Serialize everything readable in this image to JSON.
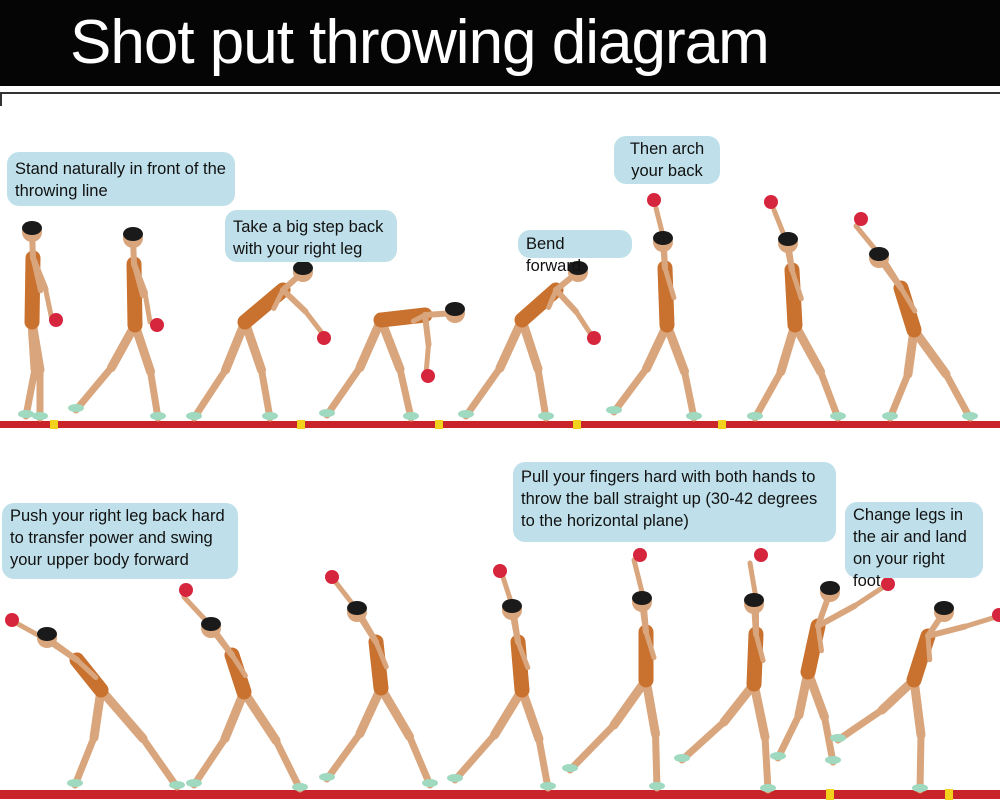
{
  "title": "Shot put throwing diagram",
  "colors": {
    "header_bg": "#050505",
    "header_text": "#ffffff",
    "caption_bg": "#bfe0ea",
    "track": "#c8242a",
    "track_marker": "#f2d21c",
    "skin": "#d9a57c",
    "suit": "#c9712e",
    "hair": "#1a1a1a",
    "shot_ball": "#d6263d",
    "shoes": "#9fd9c0"
  },
  "captions": {
    "stand": "Stand naturally in front of the\nthrowing line",
    "step_back": "Take a big step back\nwith your right leg",
    "bend": "Bend forward",
    "arch": "Then arch\nyour back",
    "push": "Push your right leg back hard\nto transfer power and swing\nyour upper body forward",
    "pull": "Pull your fingers hard with both hands to\nthrow the ball straight up (30-42 degrees\nto the horizontal plane)",
    "change": "Change legs in\nthe air and land\non your right foot"
  }
}
